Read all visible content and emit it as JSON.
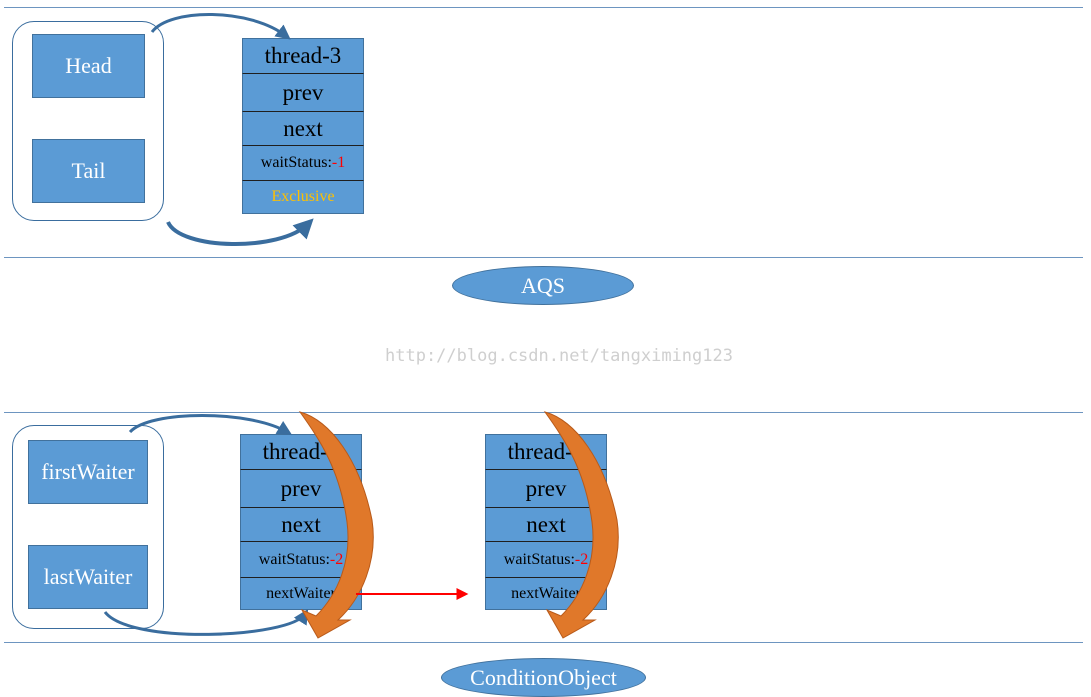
{
  "aqs": {
    "label": "AQS",
    "head_label": "Head",
    "tail_label": "Tail",
    "node": {
      "thread": "thread-3",
      "prev": "prev",
      "next": "next",
      "wait_status_label": "waitStatus: ",
      "wait_status_value": "-1",
      "mode": "Exclusive"
    }
  },
  "watermark": "http://blog.csdn.net/tangximing123",
  "condition_object": {
    "label": "ConditionObject",
    "first_waiter_label": "firstWaiter",
    "last_waiter_label": "lastWaiter",
    "nodes": [
      {
        "thread": "thread-1",
        "prev": "prev",
        "next": "next",
        "wait_status_label": "waitStatus: ",
        "wait_status_value": "-2",
        "next_waiter": "nextWaiter"
      },
      {
        "thread": "thread-2",
        "prev": "prev",
        "next": "next",
        "wait_status_label": "waitStatus: ",
        "wait_status_value": "-2",
        "next_waiter": "nextWaiter"
      }
    ]
  },
  "colors": {
    "box_fill": "#5b9bd5",
    "box_border": "#41719c",
    "wait_status_value": "#ff0000",
    "exclusive_text": "#ffc000",
    "curved_arrow": "#3a6d9e",
    "big_arrow": "#e0782a",
    "next_waiter_arrow": "#ff0000"
  }
}
